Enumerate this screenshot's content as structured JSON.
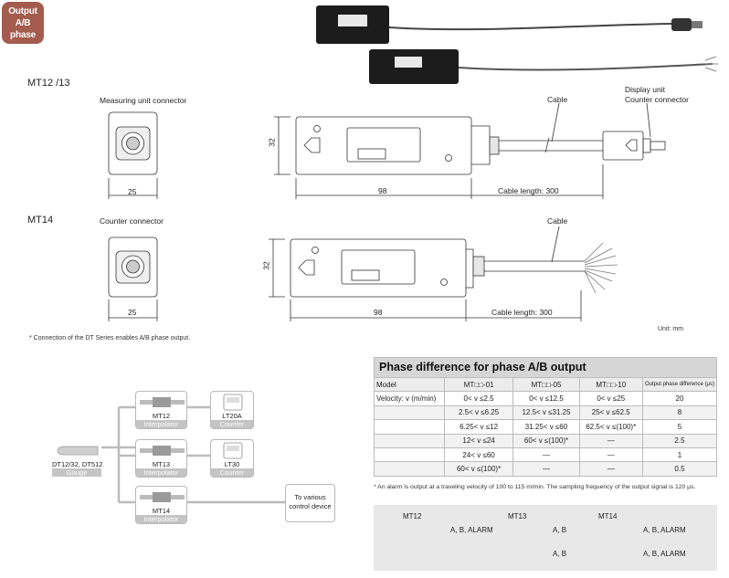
{
  "badge": {
    "line1": "Output",
    "line2": "A/B phase"
  },
  "mt1213": {
    "title": "MT12 /13",
    "measuring_connector": "Measuring unit connector",
    "cable": "Cable",
    "display_unit": "Display unit",
    "counter_connector": "Counter connector",
    "dim_height": "32",
    "dim_width_end": "25",
    "dim_length": "98",
    "cable_length": "Cable length: 300"
  },
  "mt14": {
    "title": "MT14",
    "counter_connector": "Counter connector",
    "cable": "Cable",
    "dim_height": "32",
    "dim_width_end": "25",
    "dim_length": "98",
    "cable_length": "Cable length: 300"
  },
  "unit_note": "Unit: mm",
  "connection_note": "* Connection of the DT Series enables A/B phase output.",
  "system": {
    "gauge_name": "DT12/32, DT512",
    "gauge_band": "Gauge",
    "interpolators": [
      {
        "name": "MT12",
        "band": "Interpolator"
      },
      {
        "name": "MT13",
        "band": "Interpolator"
      },
      {
        "name": "MT14",
        "band": "Interpolator"
      }
    ],
    "counters": [
      {
        "name": "LT20A",
        "band": "Counter"
      },
      {
        "name": "LT30",
        "band": "Counter"
      }
    ],
    "control_line1": "To various",
    "control_line2": "control device"
  },
  "phase_table": {
    "title": "Phase difference for phase A/B output",
    "headers": [
      "Model",
      "MT□□-01",
      "MT□□-05",
      "MT□□-10",
      "Output phase difference (μs)"
    ],
    "velocity_label": "Velocity: v (m/min)",
    "rows": [
      [
        "0< v ≤2.5",
        "0< v ≤12.5",
        "0< v ≤25",
        "20"
      ],
      [
        "2.5< v ≤6.25",
        "12.5< v ≤31.25",
        "25< v ≤62.5",
        "8"
      ],
      [
        "6.25< v ≤12",
        "31.25< v ≤60",
        "62.5< v ≤(100)*",
        "5"
      ],
      [
        "12< v ≤24",
        "60< v ≤(100)*",
        "—",
        "2.5"
      ],
      [
        "24< v ≤60",
        "—",
        "—",
        "1"
      ],
      [
        "60< v ≤(100)*",
        "—",
        "—",
        "0.5"
      ]
    ]
  },
  "alarm_note": "* An alarm is output at a traveling velocity of 100 to 115 m/min. The sampling frequency of the output signal is 120 μs.",
  "symbols": {
    "mt12": {
      "title": "MT12",
      "out": "A, B, ALARM"
    },
    "mt13": {
      "title": "MT13",
      "out1": "A, B",
      "out2": "A, B"
    },
    "mt14": {
      "title": "MT14",
      "out1": "A, B, ALARM",
      "out2": "A, B, ALARM"
    }
  }
}
